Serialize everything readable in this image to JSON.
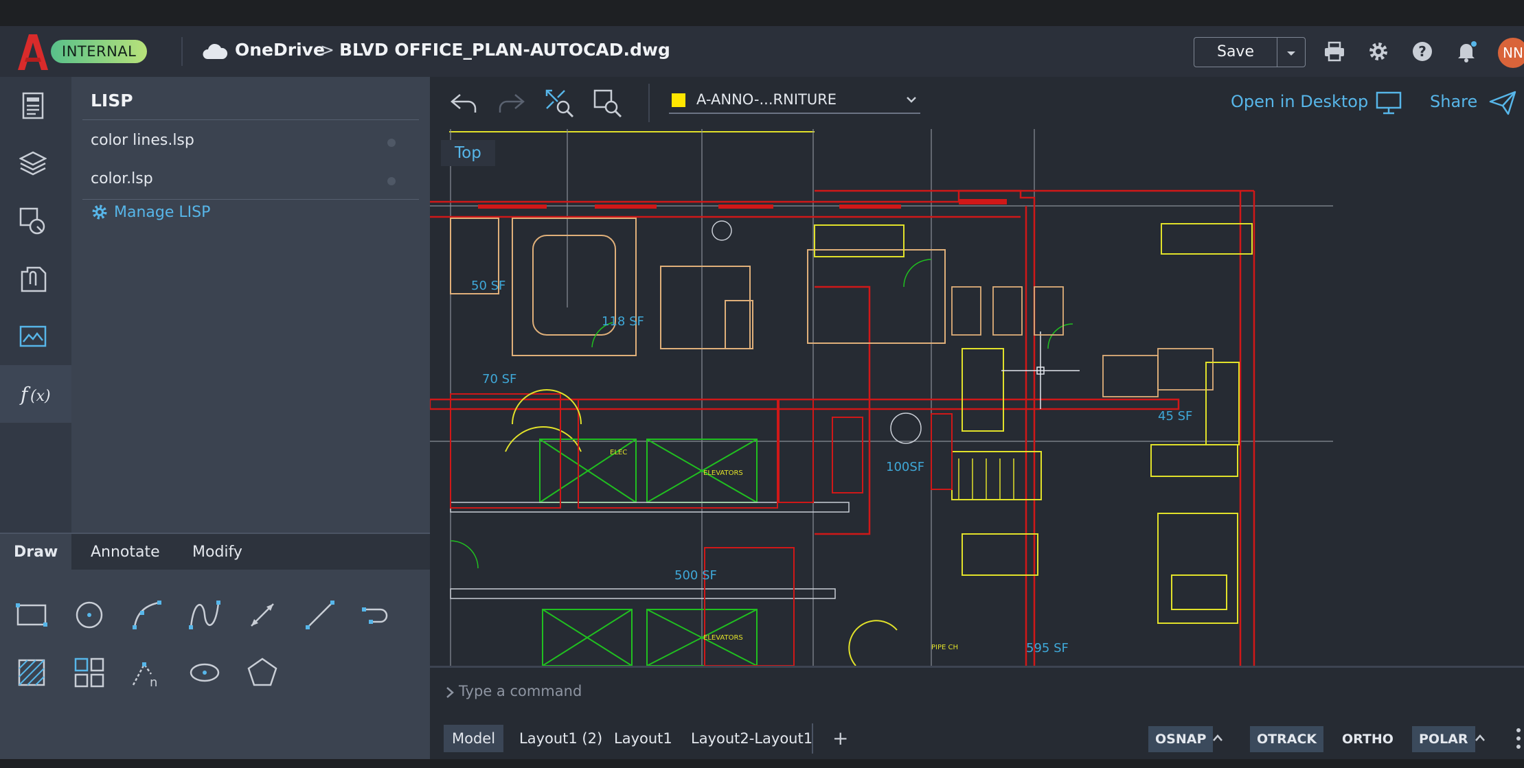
{
  "header": {
    "badge": "INTERNAL",
    "location": "OneDrive",
    "separator": ">",
    "filename": "BLVD OFFICE_PLAN-AUTOCAD.dwg",
    "save_label": "Save",
    "avatar_initials": "NN"
  },
  "lisp_panel": {
    "title": "LISP",
    "files": [
      "color lines.lsp",
      "color.lsp"
    ],
    "manage_label": "Manage LISP"
  },
  "draw_tabs": [
    "Draw",
    "Annotate",
    "Modify"
  ],
  "toolbar": {
    "layer_name": "A-ANNO-...RNITURE",
    "layer_color": "#ffe600",
    "open_desktop_label": "Open in Desktop",
    "share_label": "Share"
  },
  "viewport": {
    "view_label": "Top",
    "room_labels": [
      "50 SF",
      "118 SF",
      "70 SF",
      "45 SF",
      "100SF",
      "500 SF",
      "595 SF"
    ],
    "small_labels": [
      "ELEVATORS",
      "ELEVATORS",
      "ELEC",
      "PIPE CH"
    ]
  },
  "command": {
    "placeholder": "Type a command"
  },
  "layout_tabs": [
    "Model",
    "Layout1 (2)",
    "Layout1",
    "Layout2-Layout1"
  ],
  "status": [
    "OSNAP",
    "OTRACK",
    "ORTHO",
    "POLAR"
  ],
  "colors": {
    "accent": "#57b6e9",
    "wall_red": "#d01818",
    "wall_tan": "#e0b07a",
    "green": "#20c020",
    "yellow": "#e2e22a"
  }
}
